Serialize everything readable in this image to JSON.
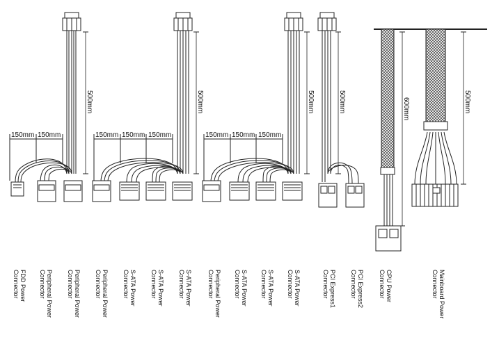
{
  "dimensions": {
    "d150": "150mm",
    "d500": "500mm",
    "d600": "600mm"
  },
  "labels": [
    {
      "l1": "FDD Power",
      "l2": "Connector"
    },
    {
      "l1": "Peripheral Power",
      "l2": "Connector"
    },
    {
      "l1": "Peripheral Power",
      "l2": "Connector"
    },
    {
      "l1": "Peripheral Power",
      "l2": "Connector"
    },
    {
      "l1": "S-ATA Power",
      "l2": "Connector"
    },
    {
      "l1": "S-ATA Power",
      "l2": "Connector"
    },
    {
      "l1": "S-ATA Power",
      "l2": "Connector"
    },
    {
      "l1": "Peripheral Power",
      "l2": "Connector"
    },
    {
      "l1": "S-ATA Power",
      "l2": "Connector"
    },
    {
      "l1": "S-ATA Power",
      "l2": "Connector"
    },
    {
      "l1": "S-ATA Power",
      "l2": "Connector"
    },
    {
      "l1": "PCI Express1",
      "l2": "Connector"
    },
    {
      "l1": "PCI Express2",
      "l2": "Connector"
    },
    {
      "l1": "CPU Power",
      "l2": "Connector"
    },
    {
      "l1": "Mainboard Power",
      "l2": "Connector"
    }
  ]
}
